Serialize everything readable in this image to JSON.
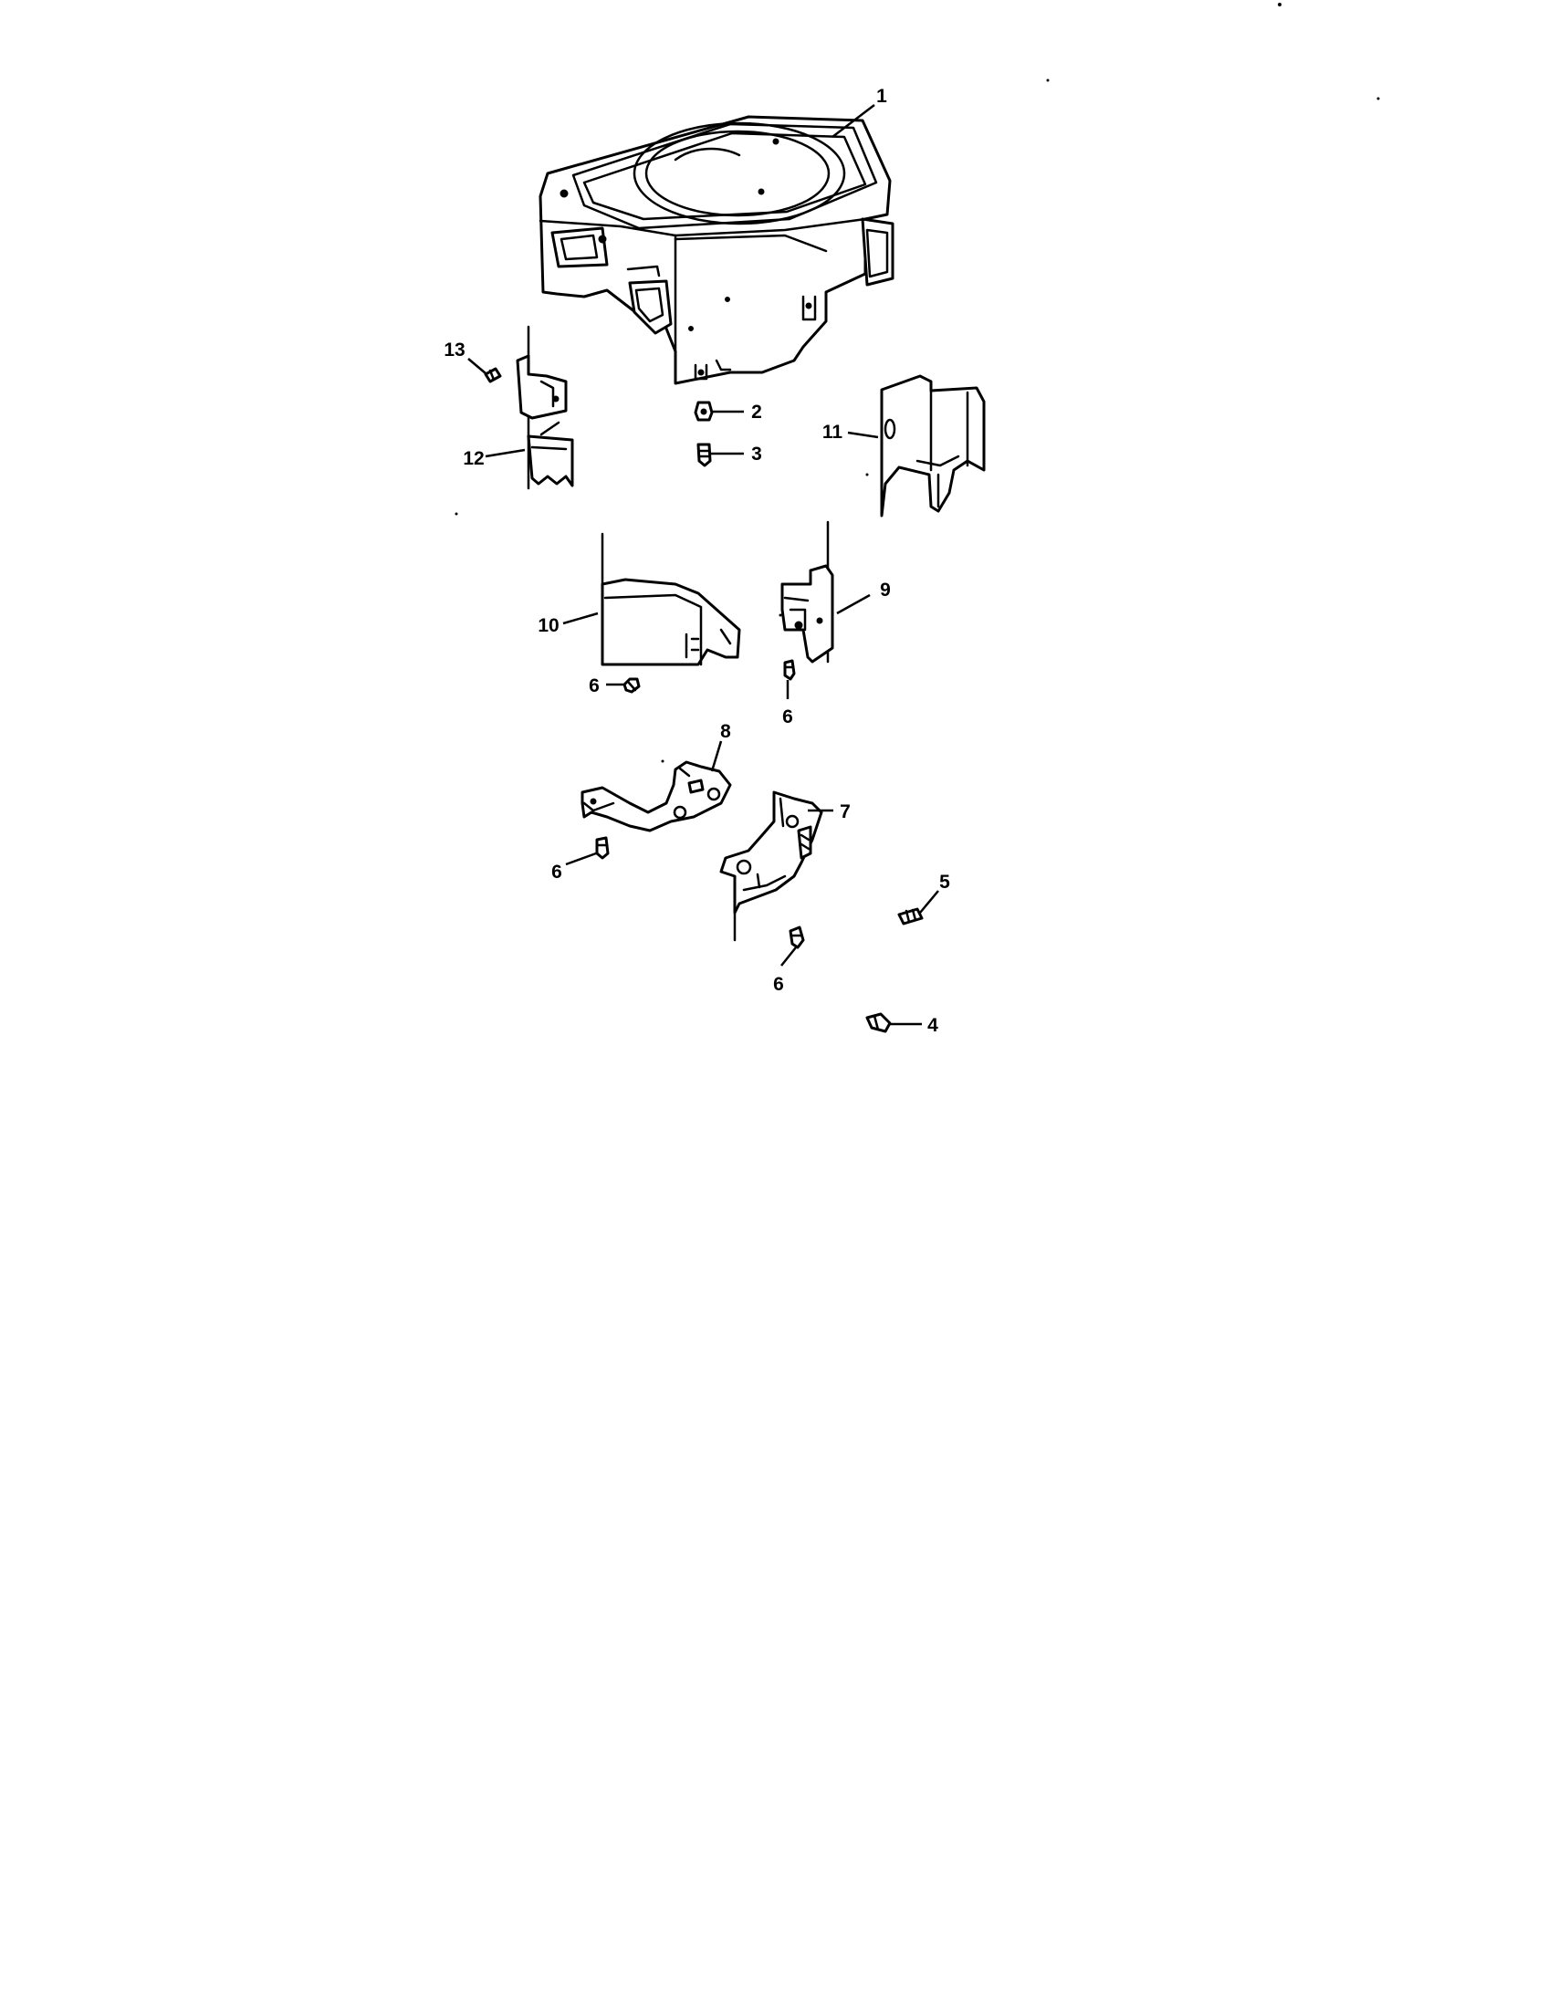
{
  "diagram": {
    "callouts": [
      {
        "label": "1",
        "part": "blower-housing"
      },
      {
        "label": "2",
        "part": "nut"
      },
      {
        "label": "3",
        "part": "screw"
      },
      {
        "label": "4",
        "part": "screw"
      },
      {
        "label": "5",
        "part": "screw"
      },
      {
        "label": "6",
        "part": "screw"
      },
      {
        "label": "6",
        "part": "screw"
      },
      {
        "label": "6",
        "part": "screw"
      },
      {
        "label": "6",
        "part": "screw"
      },
      {
        "label": "7",
        "part": "baffle"
      },
      {
        "label": "8",
        "part": "baffle"
      },
      {
        "label": "9",
        "part": "shield"
      },
      {
        "label": "10",
        "part": "shield"
      },
      {
        "label": "11",
        "part": "shield"
      },
      {
        "label": "12",
        "part": "bracket"
      },
      {
        "label": "13",
        "part": "screw"
      }
    ]
  }
}
